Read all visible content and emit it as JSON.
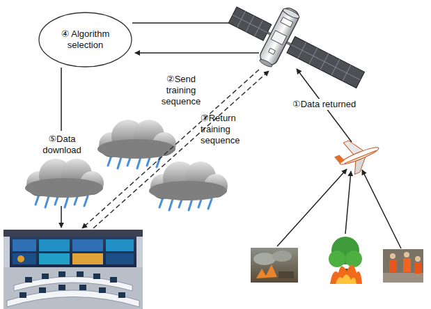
{
  "diagram": {
    "nodes": [
      {
        "text": [
          "④ Algorithm selection"
        ]
      }
    ],
    "labels": [
      "②Send training sequence",
      "③Return training sequence",
      "①Data returned",
      "⑤Data download"
    ]
  }
}
